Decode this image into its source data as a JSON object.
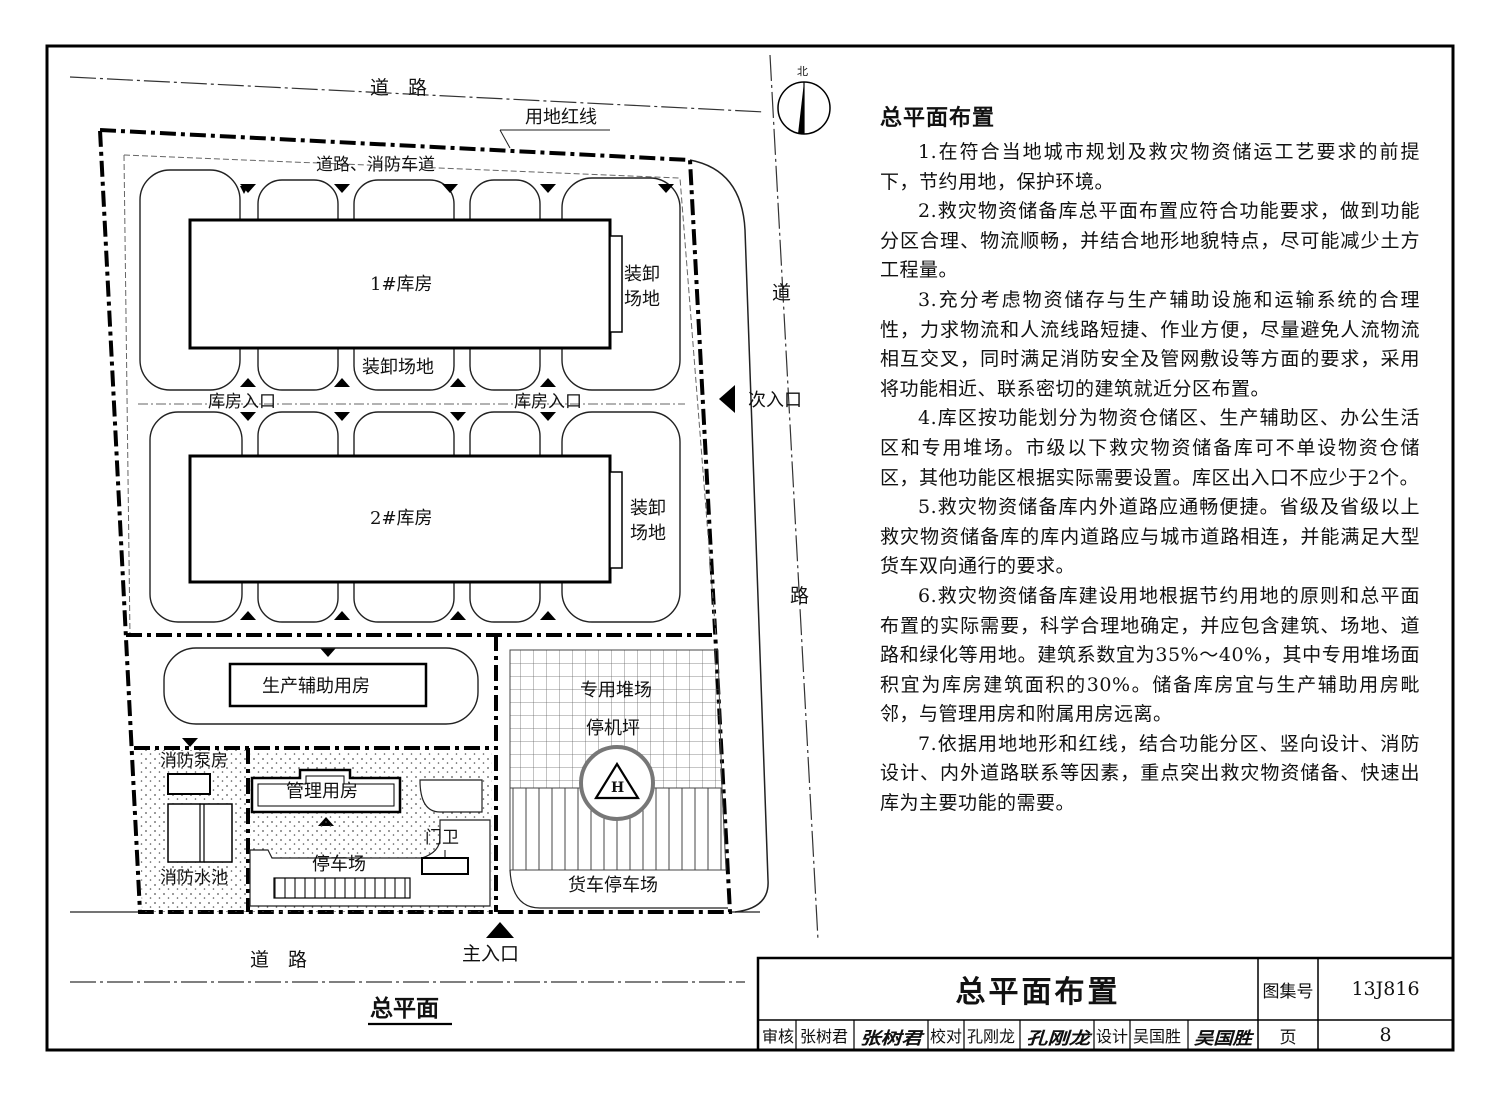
{
  "site_plan": {
    "road_top": "道　路",
    "road_bottom": "道　路",
    "road_right_top": "道",
    "road_right_bottom": "路",
    "red_line": "用地红线",
    "north": "北",
    "fire_lane": "道路、消防车道",
    "warehouse_1": "1#库房",
    "warehouse_2": "2#库房",
    "loading_right_1a": "装卸",
    "loading_right_1b": "场地",
    "loading_right_2a": "装卸",
    "loading_right_2b": "场地",
    "loading_mid": "装卸场地",
    "wh_entry_left": "库房入口",
    "wh_entry_right": "库房入口",
    "secondary_entrance": "次入口",
    "aux_building": "生产辅助用房",
    "special_yard": "专用堆场",
    "helipad": "停机坪",
    "helipad_mark": "H",
    "pump_room": "消防泵房",
    "fire_pool": "消防水池",
    "management": "管理用房",
    "guard": "门卫",
    "parking": "停车场",
    "truck_parking": "货车停车场",
    "main_entrance": "主入口",
    "drawing_caption": "总平面"
  },
  "notes": {
    "heading": "总平面布置",
    "items": [
      "1.在符合当地城市规划及救灾物资储运工艺要求的前提下，节约用地，保护环境。",
      "2.救灾物资储备库总平面布置应符合功能要求，做到功能分区合理、物流顺畅，并结合地形地貌特点，尽可能减少土方工程量。",
      "3.充分考虑物资储存与生产辅助设施和运输系统的合理性，力求物流和人流线路短捷、作业方便，尽量避免人流物流相互交叉，同时满足消防安全及管网敷设等方面的要求，采用将功能相近、联系密切的建筑就近分区布置。",
      "4.库区按功能划分为物资仓储区、生产辅助区、办公生活区和专用堆场。市级以下救灾物资储备库可不单设物资仓储区，其他功能区根据实际需要设置。库区出入口不应少于2个。",
      "5.救灾物资储备库内外道路应通畅便捷。省级及省级以上救灾物资储备库的库内道路应与城市道路相连，并能满足大型货车双向通行的要求。",
      "6.救灾物资储备库建设用地根据节约用地的原则和总平面布置的实际需要，科学合理地确定，并应包含建筑、场地、道路和绿化等用地。建筑系数宜为35%～40%，其中专用堆场面积宜为库房建筑面积的30%。储备库房宜与生产辅助用房毗邻，与管理用房和附属用房远离。",
      "7.依据用地地形和红线，结合功能分区、竖向设计、消防设计、内外道路联系等因素，重点突出救灾物资储备、快速出库为主要功能的需要。"
    ]
  },
  "title_block": {
    "title": "总平面布置",
    "atlas_label": "图集号",
    "atlas_no": "13J816",
    "page_label": "页",
    "page_no": "8",
    "review_label": "审核",
    "review_name": "张树君",
    "review_sig": "张树君",
    "check_label": "校对",
    "check_name": "孔刚龙",
    "check_sig": "孔刚龙",
    "design_label": "设计",
    "design_name": "吴国胜",
    "design_sig": "吴国胜"
  }
}
